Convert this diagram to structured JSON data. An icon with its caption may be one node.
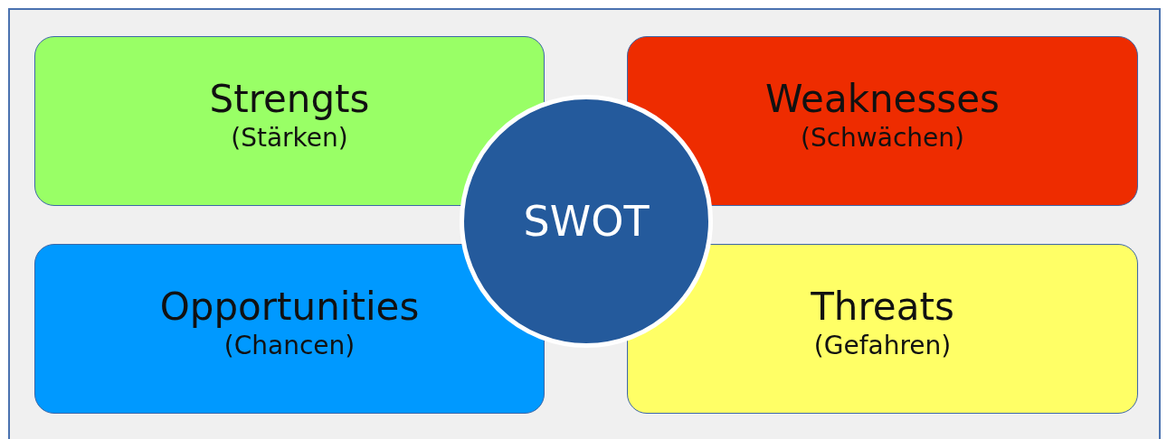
{
  "diagram": {
    "nodes": [
      {
        "text": [
          "Strengts",
          "(Stärken)"
        ]
      },
      {
        "text": [
          "Weaknesses",
          "(Schwächen)"
        ]
      },
      {
        "text": [
          "Opportunities",
          "(Chancen)"
        ]
      },
      {
        "text": [
          "Threats",
          "(Gefahren)"
        ]
      },
      {
        "text": [
          "SWOT"
        ]
      }
    ]
  }
}
